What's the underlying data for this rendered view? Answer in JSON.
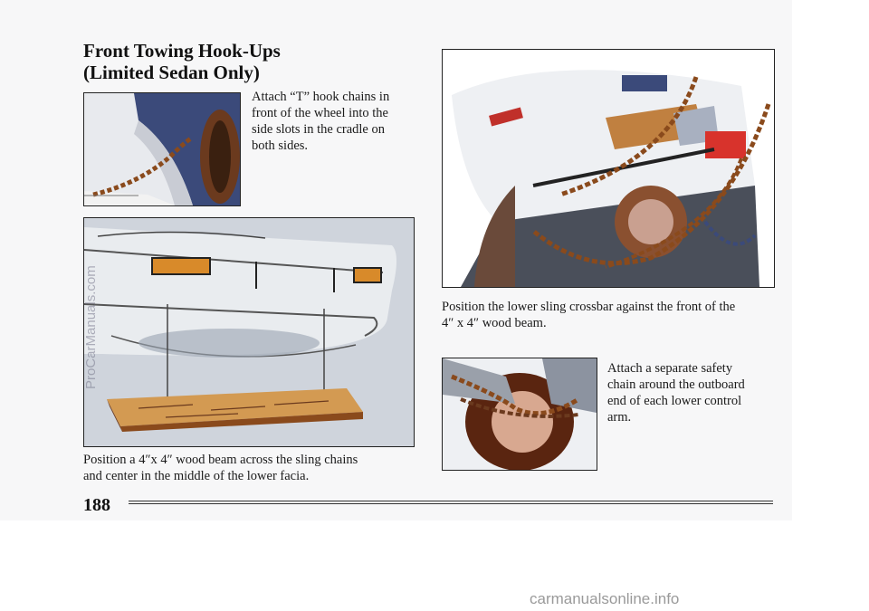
{
  "section": {
    "title_line1": "Front Towing Hook-Ups",
    "title_line2": "(Limited Sedan Only)"
  },
  "captions": {
    "hook_chains": [
      "Attach “T” hook chains in",
      "front of the wheel into the",
      "side slots in the cradle on",
      "both sides."
    ],
    "wood_beam": [
      "Position a  4″x 4″ wood beam across the sling chains",
      "and center in the middle of the lower facia."
    ],
    "crossbar": [
      "Position the lower sling crossbar against the front of the",
      "4″ x 4″ wood beam."
    ],
    "safety_chain": [
      "Attach a separate safety",
      "chain around the outboard",
      "end of each lower control",
      "arm."
    ]
  },
  "page_number": "188",
  "watermarks": {
    "side": "ProCarManuals.com",
    "bottom": "carmanualsonline.info"
  },
  "colors": {
    "page": "#f7f7f8",
    "chain": "#8a4a1c",
    "wood": "#c8843a",
    "car_body": "#e9ecef"
  }
}
